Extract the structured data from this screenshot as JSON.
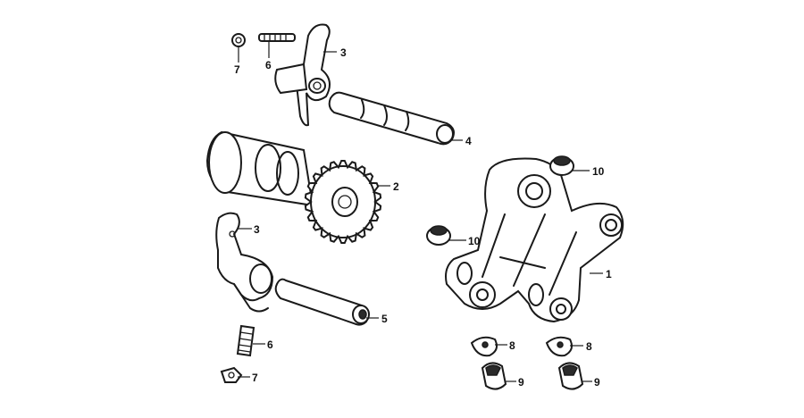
{
  "callouts": {
    "c7_top": "7",
    "c6_top": "6",
    "c3_top": "3",
    "c4": "4",
    "c2": "2",
    "c10_top": "10",
    "c3_mid": "3",
    "c10_mid": "10",
    "c1": "1",
    "c5": "5",
    "c6_bottom": "6",
    "c8_left": "8",
    "c8_right": "8",
    "c7_bottom": "7",
    "c9_left": "9",
    "c9_right": "9"
  }
}
